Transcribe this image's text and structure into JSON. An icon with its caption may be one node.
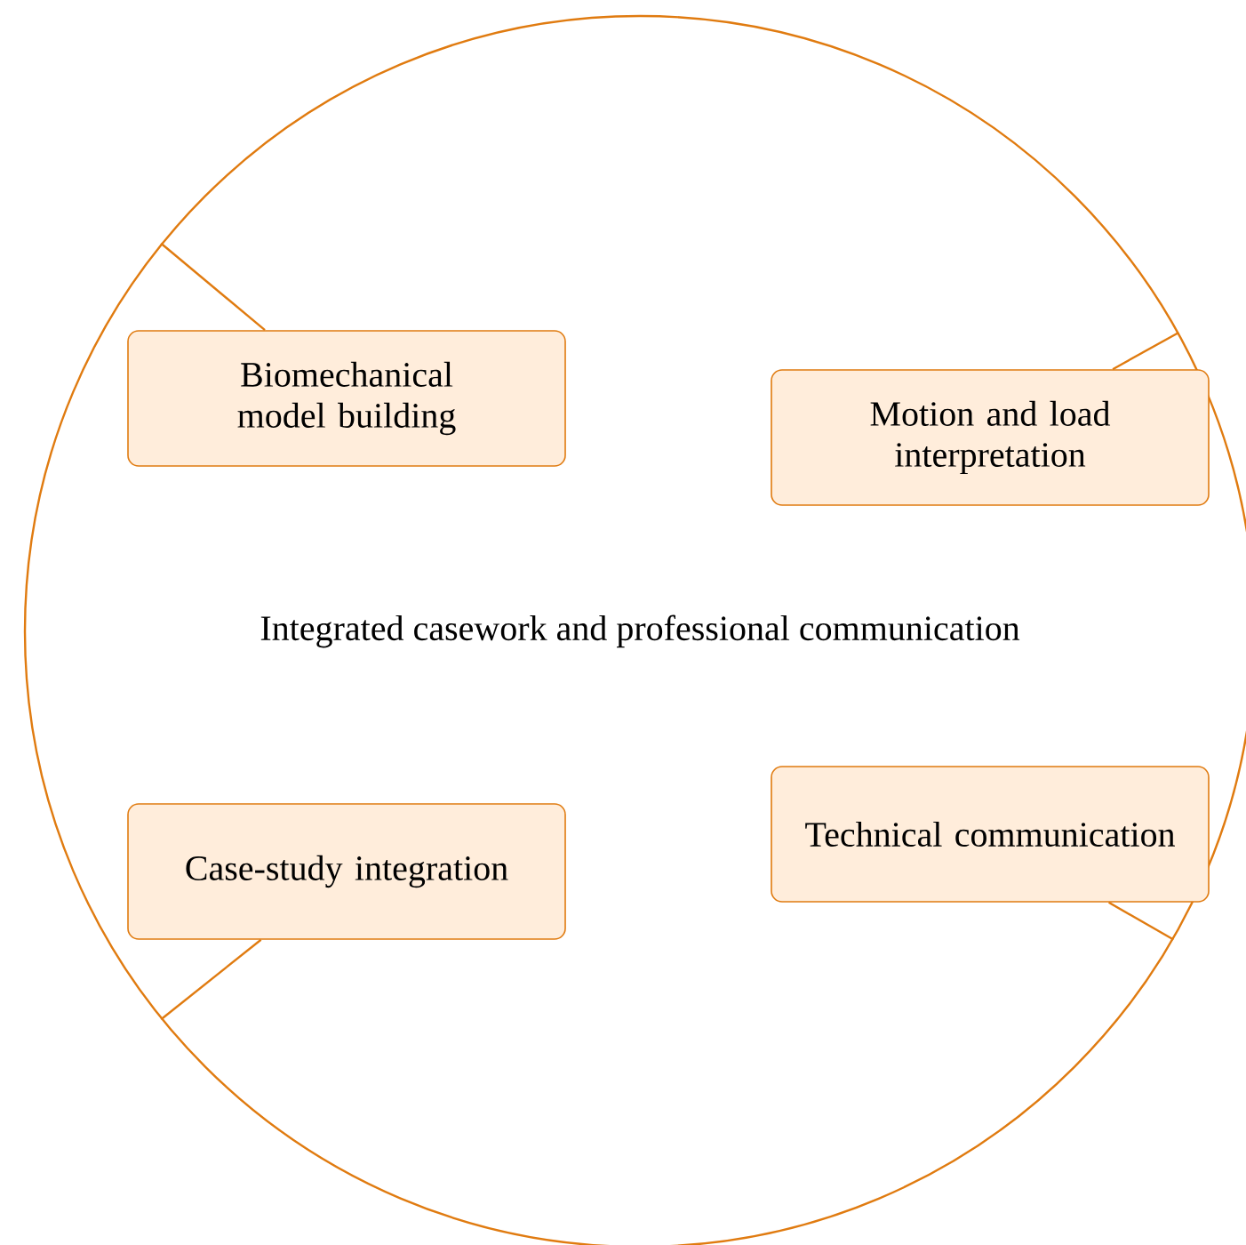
{
  "diagram": {
    "nodes": [
      {
        "text": [
          "Integrated casework and professional communication"
        ]
      },
      {
        "text": [
          "Biomechanical model building"
        ],
        "in": 0
      },
      {
        "text": [
          "Motion and load interpretation"
        ],
        "in": 0
      },
      {
        "text": [
          "Case-study integration"
        ],
        "in": 0
      },
      {
        "text": [
          "Technical communication"
        ],
        "in": 0
      }
    ],
    "edges": [
      {
        "from": 0,
        "to": 1,
        "arrow": "none"
      },
      {
        "from": 0,
        "to": 2,
        "arrow": "none"
      },
      {
        "from": 0,
        "to": 3,
        "arrow": "none"
      },
      {
        "from": 0,
        "to": 4,
        "arrow": "none"
      }
    ]
  }
}
